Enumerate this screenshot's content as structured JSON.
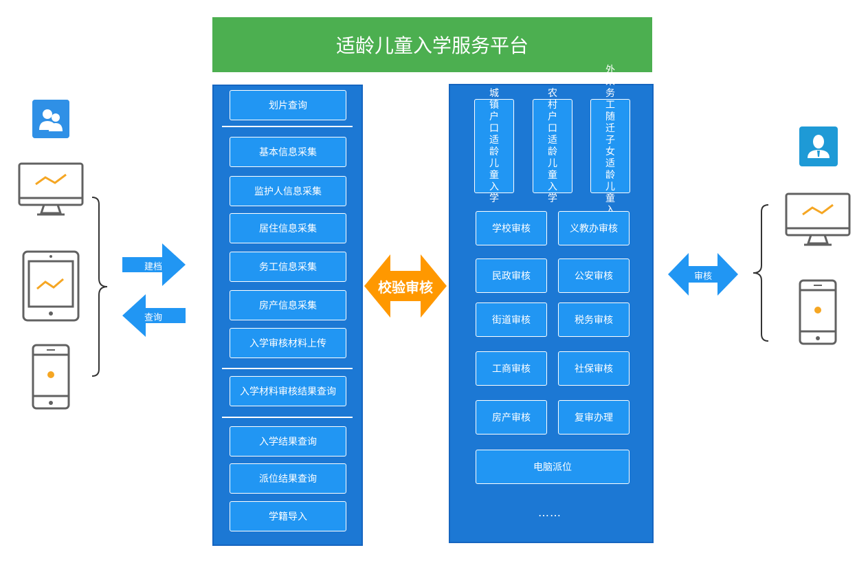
{
  "title": "适龄儿童入学服务平台",
  "left_arrows": {
    "archive": "建档",
    "query": "查询"
  },
  "center_arrow": "校验审核",
  "right_arrow": "审核",
  "left_panel": {
    "top": [
      "划片查询"
    ],
    "collect": [
      "基本信息采集",
      "监护人信息采集",
      "居住信息采集",
      "务工信息采集",
      "房产信息采集",
      "入学审核材料上传"
    ],
    "mid": [
      "入学材料审核结果查询"
    ],
    "bottom": [
      "入学结果查询",
      "派位结果查询",
      "学籍导入"
    ]
  },
  "right_panel": {
    "categories": [
      "城镇户口适龄儿童入学",
      "农村户口适龄儿童入学",
      "外来务工随迁子女适龄儿童入学"
    ],
    "reviews": [
      [
        "学校审核",
        "义教办审核"
      ],
      [
        "民政审核",
        "公安审核"
      ],
      [
        "街道审核",
        "税务审核"
      ],
      [
        "工商审核",
        "社保审核"
      ],
      [
        "房产审核",
        "复审办理"
      ]
    ],
    "wide": "电脑派位",
    "ellipsis": "……"
  },
  "colors": {
    "title_green": "#4caf50",
    "panel_blue": "#1c78d4",
    "button_blue": "#2196f3",
    "arrow_blue": "#2196f3",
    "arrow_orange": "#ff9800",
    "device_gray": "#616161",
    "chart_orange": "#f5a623"
  }
}
